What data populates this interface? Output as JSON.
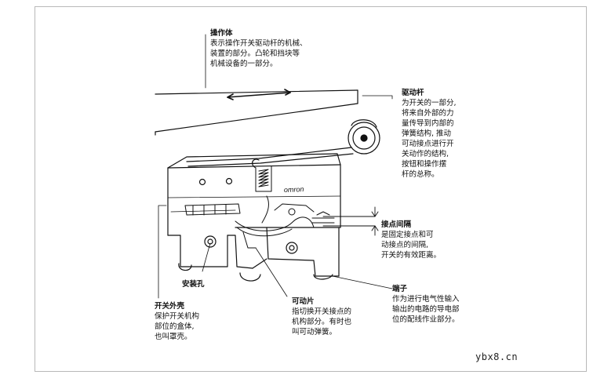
{
  "labels": {
    "actuator_body": {
      "title": "操作体",
      "lines": [
        "表示操作开关驱动杆的机械、",
        "装置的部分。凸轮和挡块等",
        "机械设备的一部分。"
      ]
    },
    "actuator_lever": {
      "title": "驱动杆",
      "lines": [
        "为开关的一部分,",
        "将来自外部的力",
        "量传导到内部的",
        "弹簧结构, 推动",
        "可动接点进行开",
        "关动作的结构,",
        "按钮和操作摆",
        "杆的总称。"
      ]
    },
    "contact_gap": {
      "title": "接点间隔",
      "lines": [
        "是固定接点和可",
        "动接点的间隔,",
        "开关的有效距离。"
      ]
    },
    "mounting_hole": {
      "title": "安装孔"
    },
    "switch_case": {
      "title": "开关外壳",
      "lines": [
        "保护开关机构",
        "部位的盒体,",
        "也叫罩壳。"
      ]
    },
    "movable_spring": {
      "title": "可动片",
      "lines": [
        "指切换开关接点的",
        "机构部分。有时也",
        "叫可动弹簧。"
      ]
    },
    "terminal": {
      "title": "端子",
      "lines": [
        "作为进行电气性输入",
        "输出的电路的导电部",
        "位的配线作业部分。"
      ]
    }
  },
  "brand_mark": "omron",
  "watermark": "ybx8.cn"
}
